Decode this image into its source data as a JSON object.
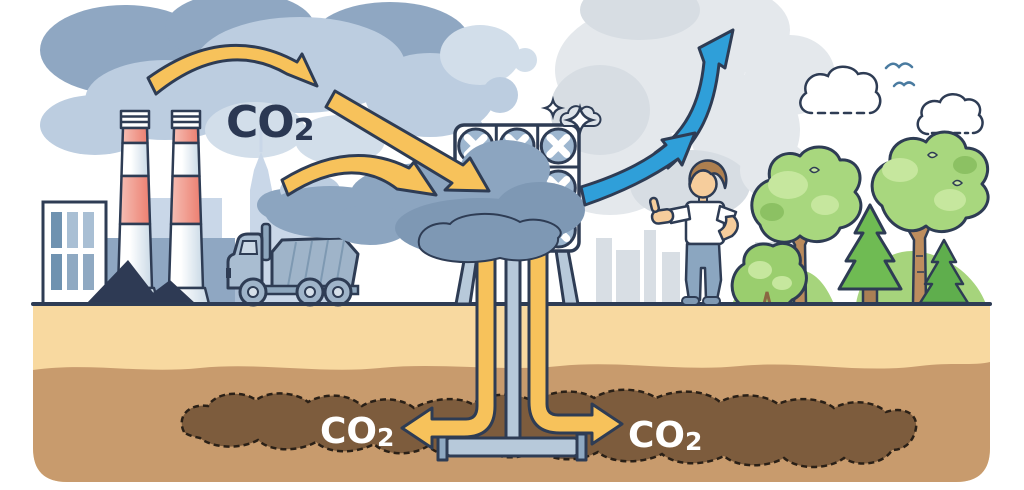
{
  "labels": {
    "emission": {
      "main": "CO",
      "sub": "2"
    },
    "storage_left": {
      "main": "CO",
      "sub": "2"
    },
    "storage_right": {
      "main": "CO",
      "sub": "2"
    }
  },
  "palette": {
    "outline_navy": "#2e3c54",
    "arrow_yellow": "#f7c25b",
    "clean_air_blue": "#2f9fd9",
    "smoke_blue_med": "#8fa7c2",
    "smoke_blue_light": "#bccde0",
    "clean_smoke_gray": "#e4e8ec",
    "soil_top_tan": "#f8d9a0",
    "soil_mid_brown": "#c89b6d",
    "reservoir_brown": "#7d5c3d",
    "stack_red": "#ec7f70",
    "fan_gray_blue": "#9db6cf",
    "tree_green": "#a8d77e",
    "conifer_green": "#6fbb53",
    "hill_green": "#a6d47c",
    "pipe_gray": "#b7c9da",
    "label_white": "#ffffff"
  },
  "icons": [
    "co2-arrow",
    "clean-air-arrow",
    "fan",
    "sparkle",
    "cloud",
    "bird",
    "smokestack",
    "factory",
    "dump-truck",
    "capture-unit",
    "person-thumbs-up",
    "tree",
    "conifer",
    "bush",
    "coal-pile",
    "co2-reservoir",
    "injection-pipe"
  ]
}
